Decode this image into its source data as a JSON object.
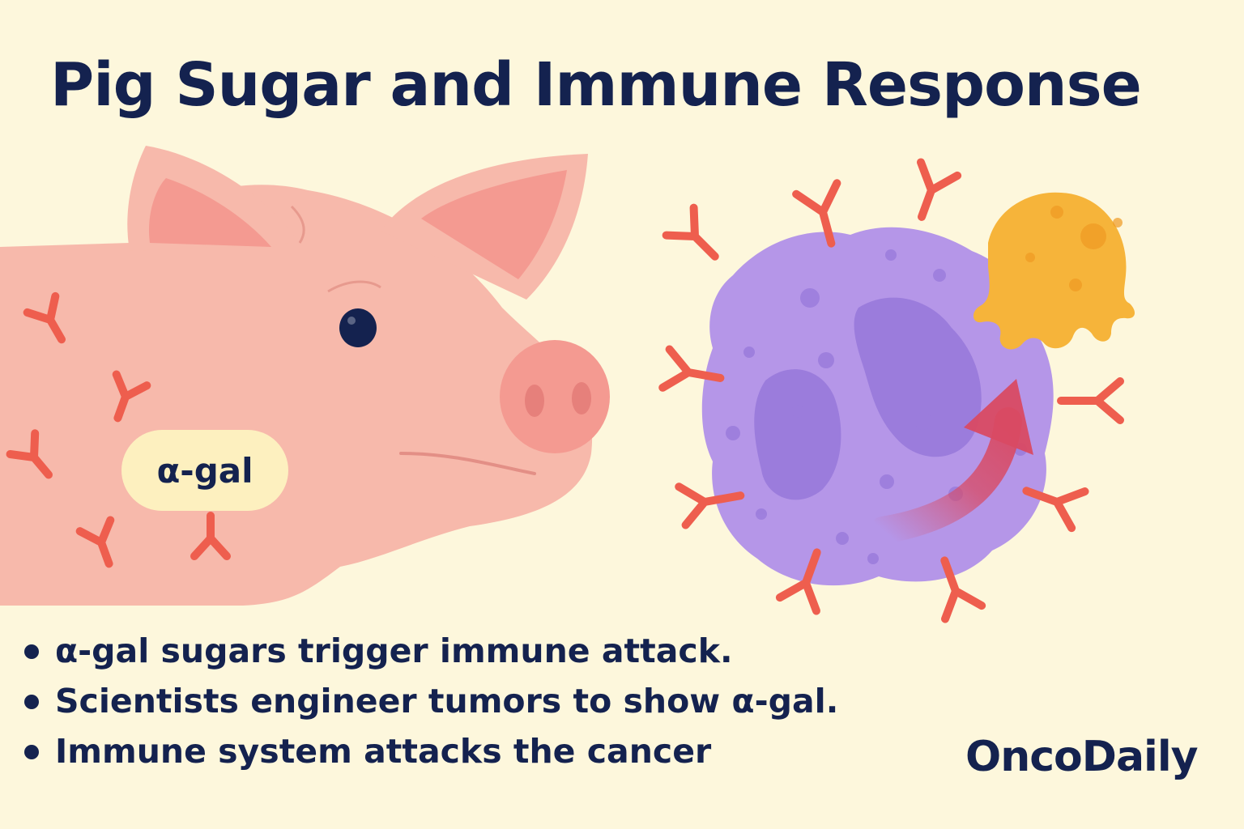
{
  "title": "Pig Sugar and Immune Response",
  "pig_label": "α-gal",
  "bullets": [
    "α-gal sugars trigger immune attack.",
    "Scientists engineer tumors to show α-gal.",
    "Immune system attacks the cancer"
  ],
  "brand": "OncoDaily",
  "colors": {
    "background": "#fdf7dc",
    "text": "#14224f",
    "pig": "#f7b9ab",
    "antibody": "#ee5e4e",
    "tumor_cell": "#b596e8",
    "immune_cell": "#f6b43a",
    "arrow": "#d94a63"
  },
  "icons": [
    "pig-illustration",
    "antibody-icon",
    "tumor-cell-illustration",
    "immune-cell-illustration",
    "curved-arrow-icon"
  ]
}
